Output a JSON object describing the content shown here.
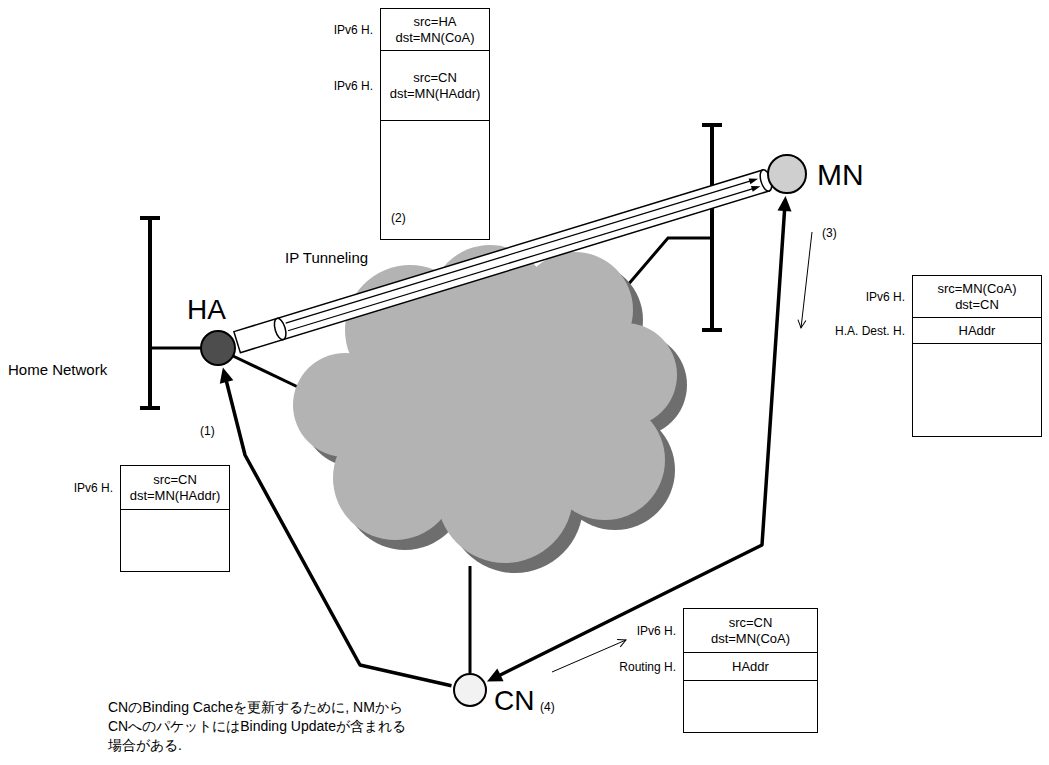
{
  "diagram": {
    "nodes": [
      {
        "text": [
          "HA"
        ]
      },
      {
        "text": [
          "MN"
        ]
      },
      {
        "text": [
          "CN"
        ]
      },
      {
        "text": [
          "(2)"
        ]
      },
      {
        "text": [
          "IPv6 H.",
          "src=HA dst=MN(CoA)"
        ],
        "in": 3
      },
      {
        "text": [
          "IPv6 H.",
          "src=CN dst=MN(HAddr)"
        ],
        "in": 3
      },
      {
        "text": []
      },
      {
        "text": [
          "IPv6 H.",
          "src=MN(CoA) dst=CN"
        ],
        "in": 6
      },
      {
        "text": [
          "H.A. Dest. H.",
          "HAddr"
        ],
        "in": 6
      },
      {
        "text": []
      },
      {
        "text": [
          "IPv6 H.",
          "src=CN dst=MN(HAddr)"
        ],
        "in": 9
      },
      {
        "text": []
      },
      {
        "text": [
          "IPv6 H.",
          "src=CN dst=MN(CoA)"
        ],
        "in": 11
      },
      {
        "text": [
          "Routing H.",
          "HAddr"
        ],
        "in": 11
      }
    ],
    "edges": [
      {
        "from": 2,
        "to": 0,
        "arrow": "to"
      },
      {
        "from": 0,
        "to": 1,
        "arrow": "to"
      },
      {
        "from": 2,
        "to": 1,
        "arrow": "both"
      }
    ],
    "labels": [
      "IP Tunneling",
      "(3)",
      "Home Network",
      "(1)",
      "(4)",
      "CNのBinding Cacheを更新するために, NMからCNへのパケットにはBinding Updateが含まれる場合がある."
    ]
  }
}
